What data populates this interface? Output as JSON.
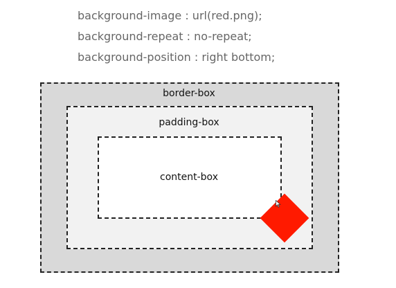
{
  "code": {
    "lines": [
      "background-image : url(red.png);",
      "background-repeat : no-repeat;",
      "background-position : right bottom;"
    ]
  },
  "diagram": {
    "border_box_label": "border-box",
    "padding_box_label": "padding-box",
    "content_box_label": "content-box"
  },
  "colors": {
    "border_area": "#d9d9d9",
    "padding_area": "#f2f2f2",
    "content_area": "#ffffff",
    "red_image": "#ff1a00"
  },
  "icons": {
    "red_image": "red-diamond-icon",
    "cursor": "mouse-pointer-icon"
  }
}
